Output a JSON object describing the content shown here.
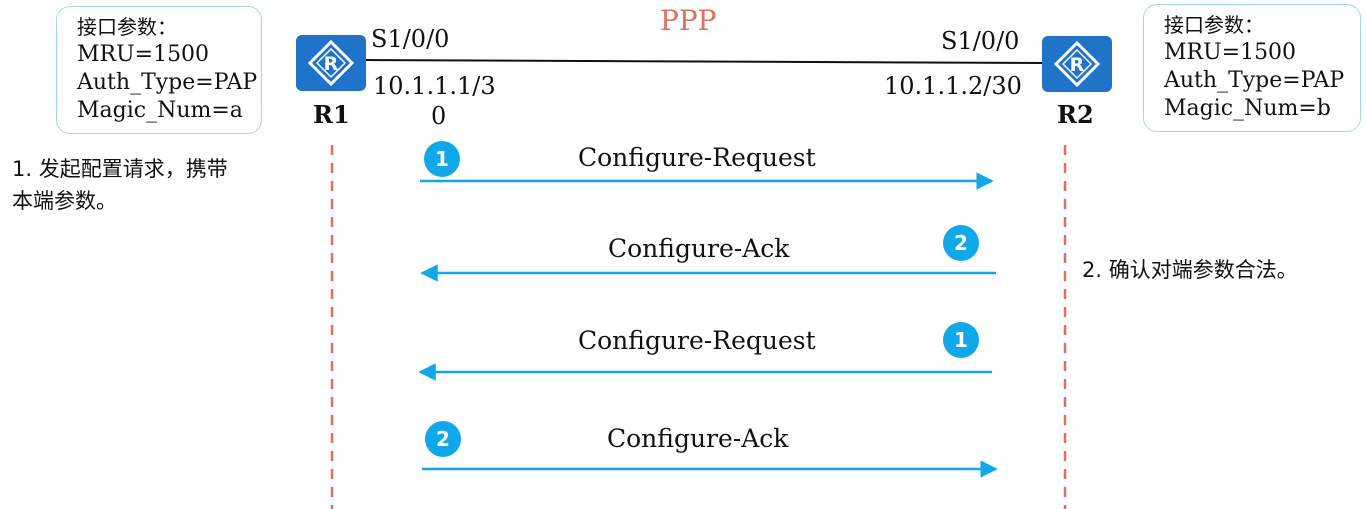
{
  "title": "PPP",
  "r1": {
    "name": "R1",
    "interface": "S1/0/0",
    "ip_line1": "10.1.1.1/3",
    "ip_line2": "0",
    "params": {
      "header": "接口参数：",
      "mru": "MRU=1500",
      "auth": "Auth_Type=PAP",
      "magic": "Magic_Num=a"
    },
    "note_line1": "1. 发起配置请求，携带",
    "note_line2": "本端参数。"
  },
  "r2": {
    "name": "R2",
    "interface": "S1/0/0",
    "ip": "10.1.1.2/30",
    "params": {
      "header": "接口参数：",
      "mru": "MRU=1500",
      "auth": "Auth_Type=PAP",
      "magic": "Magic_Num=b"
    },
    "note": "2. 确认对端参数合法。"
  },
  "messages": [
    {
      "label": "Configure-Request",
      "badge": "1",
      "direction": "right"
    },
    {
      "label": "Configure-Ack",
      "badge": "2",
      "direction": "left"
    },
    {
      "label": "Configure-Request",
      "badge": "1",
      "direction": "left"
    },
    {
      "label": "Configure-Ack",
      "badge": "2",
      "direction": "right"
    }
  ],
  "colors": {
    "arrow": "#10a8e8",
    "lifeline": "#e07060",
    "router": "#1f74c9",
    "title": "#e07060"
  }
}
